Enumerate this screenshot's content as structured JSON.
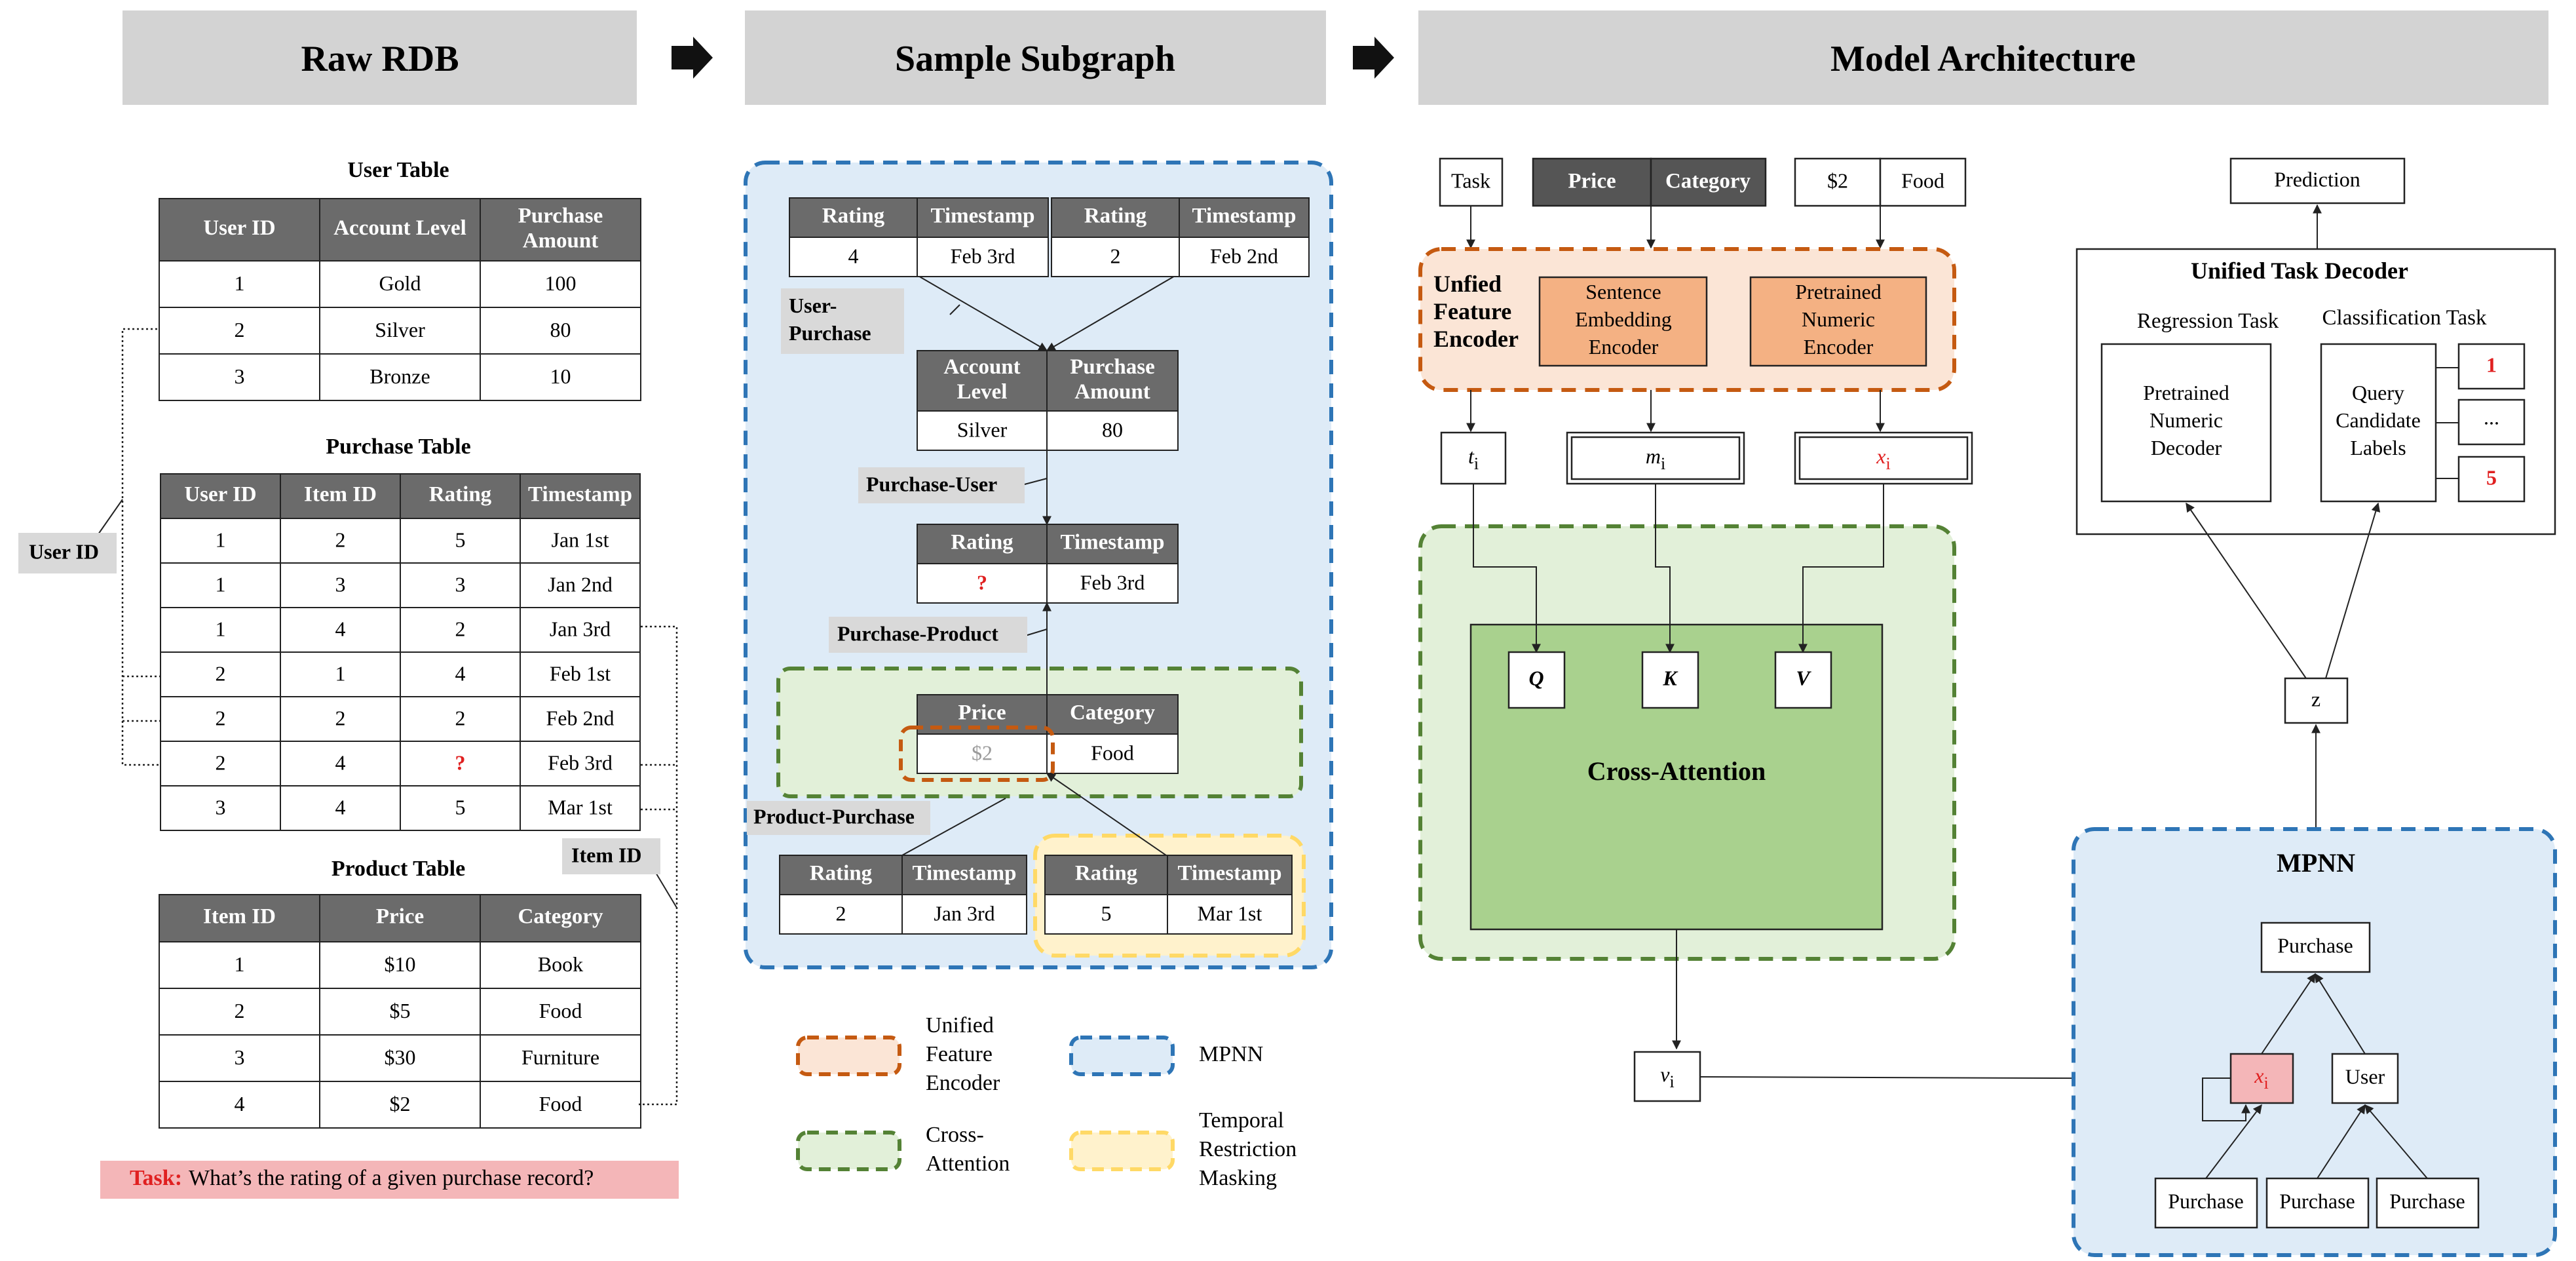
{
  "headers": [
    "Raw RDB",
    "Sample Subgraph",
    "Model Architecture"
  ],
  "raw_rdb": {
    "user_table": {
      "title": "User Table",
      "columns": [
        "User ID",
        "Account Level",
        "Purchase Amount"
      ],
      "rows": [
        [
          "1",
          "Gold",
          "100"
        ],
        [
          "2",
          "Silver",
          "80"
        ],
        [
          "3",
          "Bronze",
          "10"
        ]
      ]
    },
    "purchase_table": {
      "title": "Purchase Table",
      "columns": [
        "User ID",
        "Item ID",
        "Rating",
        "Timestamp"
      ],
      "rows": [
        [
          "1",
          "2",
          "5",
          "Jan 1st"
        ],
        [
          "1",
          "3",
          "3",
          "Jan 2nd"
        ],
        [
          "1",
          "4",
          "2",
          "Jan 3rd"
        ],
        [
          "2",
          "1",
          "4",
          "Feb 1st"
        ],
        [
          "2",
          "2",
          "2",
          "Feb 2nd"
        ],
        [
          "2",
          "4",
          "?",
          "Feb 3rd"
        ],
        [
          "3",
          "4",
          "5",
          "Mar 1st"
        ]
      ]
    },
    "product_table": {
      "title": "Product Table",
      "columns": [
        "Item ID",
        "Price",
        "Category"
      ],
      "rows": [
        [
          "1",
          "$10",
          "Book"
        ],
        [
          "2",
          "$5",
          "Food"
        ],
        [
          "3",
          "$30",
          "Furniture"
        ],
        [
          "4",
          "$2",
          "Food"
        ]
      ]
    },
    "user_id_label": "User ID",
    "item_id_label": "Item ID",
    "task_label": "Task:",
    "task_text": "What’s the rating of a given purchase record?"
  },
  "subgraph": {
    "top_left": {
      "columns": [
        "Rating",
        "Timestamp"
      ],
      "values": [
        "4",
        "Feb 3rd"
      ]
    },
    "top_right": {
      "columns": [
        "Rating",
        "Timestamp"
      ],
      "values": [
        "2",
        "Feb 2nd"
      ]
    },
    "user_purchase_label": "User-\nPurchase",
    "user_node": {
      "columns": [
        "Account Level",
        "Purchase Amount"
      ],
      "values": [
        "Silver",
        "80"
      ]
    },
    "purchase_user_label": "Purchase-User",
    "target_node": {
      "columns": [
        "Rating",
        "Timestamp"
      ],
      "values": [
        "?",
        "Feb 3rd"
      ]
    },
    "purchase_product_label": "Purchase-Product",
    "product_node": {
      "columns": [
        "Price",
        "Category"
      ],
      "values": [
        "$2",
        "Food"
      ]
    },
    "product_purchase_label": "Product-Purchase",
    "bottom_left": {
      "columns": [
        "Rating",
        "Timestamp"
      ],
      "values": [
        "2",
        "Jan 3rd"
      ]
    },
    "bottom_right": {
      "columns": [
        "Rating",
        "Timestamp"
      ],
      "values": [
        "5",
        "Mar 1st"
      ]
    }
  },
  "legend": [
    {
      "label": "Unified\nFeature\nEncoder",
      "color": "#c55a11",
      "fill": "#fbe5d6"
    },
    {
      "label": "MPNN",
      "color": "#2e75b6",
      "fill": "#deebf7"
    },
    {
      "label": "Cross-\nAttention",
      "color": "#548235",
      "fill": "#e2f0d9"
    },
    {
      "label": "Temporal\nRestriction\nMasking",
      "color": "#ffd966",
      "fill": "#fff2cc"
    }
  ],
  "model": {
    "task_box": "Task",
    "price_header": "Price",
    "category_header": "Category",
    "value_price": "$2",
    "value_food": "Food",
    "encoder_title": "Unfied\nFeature\nEncoder",
    "sentence_encoder": "Sentence\nEmbedding\nEncoder",
    "numeric_encoder": "Pretrained\nNumeric\nEncoder",
    "t_label": "t",
    "m_label": "m",
    "x_label": "x",
    "subscript": "i",
    "q": "Q",
    "k": "K",
    "v": "V",
    "cross_attention": "Cross-Attention",
    "v_out": "v",
    "prediction": "Prediction",
    "decoder_title": "Unified Task Decoder",
    "regression_task": "Regression Task",
    "classification_task": "Classification Task",
    "numeric_decoder": "Pretrained\nNumeric\nDecoder",
    "query_labels": "Query\nCandidate\nLabels",
    "cand_1": "1",
    "cand_dots": "...",
    "cand_5": "5",
    "z": "z",
    "mpnn_title": "MPNN",
    "mpnn_top": "Purchase",
    "mpnn_user": "User",
    "mpnn_bottom": [
      "Purchase",
      "Purchase",
      "Purchase"
    ]
  },
  "colors": {
    "header_gray": "#d3d3d3",
    "table_header": "#6b6b6b",
    "highlight_red": "#f4b6b8",
    "red_text": "#e02020",
    "encoder_fill": "#f4b183",
    "attention_fill": "#a9d18e"
  }
}
